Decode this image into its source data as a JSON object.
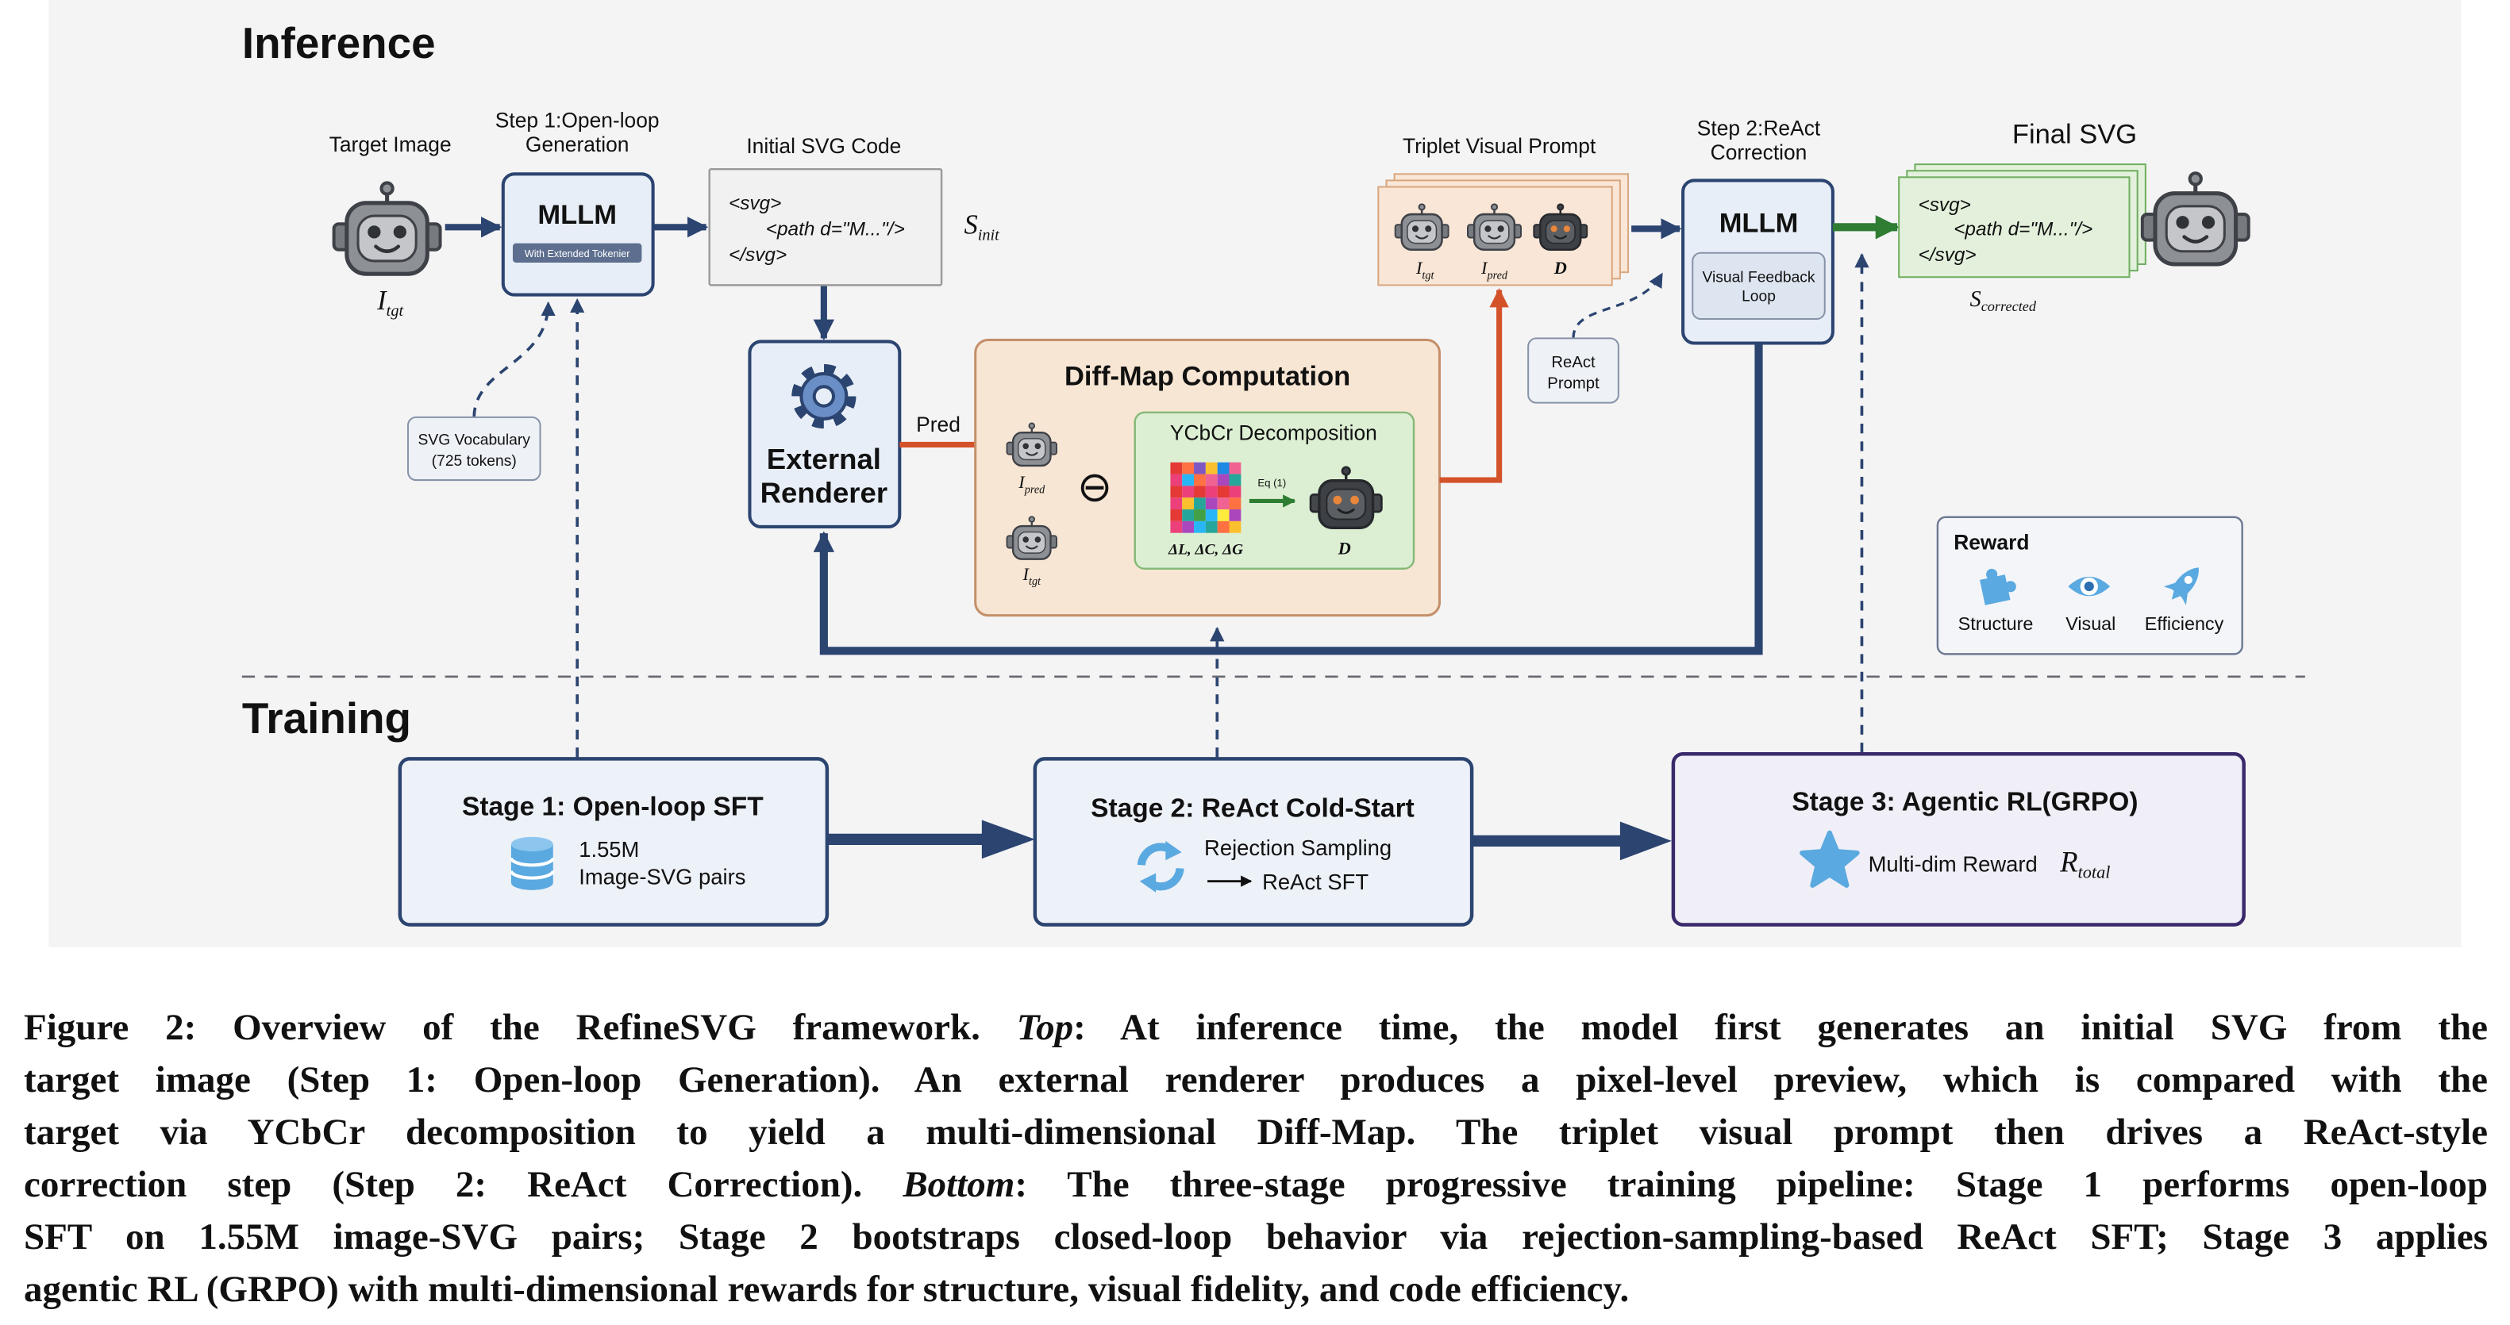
{
  "palette": {
    "navy": "#2b4470",
    "orange": "#d4522a",
    "green": "#2e7d32",
    "purple": "#3b2a6b",
    "icon": "#5aa9e0",
    "panel": "#f4f4f5",
    "box": "#e8eef7",
    "peach": "#f8e6d4",
    "mint": "#dcefd3",
    "triplet": "#f9e6d6",
    "final": "#e3f1dc"
  },
  "inference": {
    "heading": "Inference",
    "target_image": {
      "label": "Target Image",
      "icon": "robot-icon",
      "math": {
        "main": "I",
        "sub": "tgt"
      }
    },
    "step1": {
      "label_line1": "Step 1:Open-loop",
      "label_line2": "Generation",
      "box_title": "MLLM",
      "tag": "With Extended Tokenier"
    },
    "initial_svg": {
      "label": "Initial SVG Code",
      "code": [
        "<svg>",
        "<path d=\"M...\"/>",
        "</svg>"
      ],
      "math": {
        "main": "S",
        "sub": "init"
      }
    },
    "vocab": {
      "line1": "SVG Vocabulary",
      "line2": "(725 tokens)"
    },
    "renderer": {
      "line1": "External",
      "line2": "Renderer",
      "icon": "gear-icon",
      "edge_label": "Pred"
    },
    "diffmap": {
      "title": "Diff-Map Computation",
      "pred_math": {
        "main": "I",
        "sub": "pred"
      },
      "tgt_math": {
        "main": "I",
        "sub": "tgt"
      },
      "operator": "⊖",
      "ycbcr": {
        "title": "YCbCr Decomposition",
        "eq_label": "Eq (1)",
        "delta_label": "ΔL, ΔC, ΔG",
        "output": "D"
      }
    },
    "triplet": {
      "label": "Triplet Visual Prompt",
      "items": [
        {
          "main": "I",
          "sub": "tgt"
        },
        {
          "main": "I",
          "sub": "pred"
        },
        {
          "main": "D",
          "sub": ""
        }
      ]
    },
    "react_prompt": {
      "line1": "ReAct",
      "line2": "Prompt"
    },
    "step2": {
      "label_line1": "Step 2:ReAct",
      "label_line2": "Correction",
      "box_title": "MLLM",
      "inner_line1": "Visual Feedback",
      "inner_line2": "Loop"
    },
    "final_svg": {
      "label": "Final SVG",
      "code": [
        "<svg>",
        "<path d=\"M...\"/>",
        "</svg>"
      ],
      "math": {
        "main": "S",
        "sub": "corrected"
      }
    },
    "reward": {
      "title": "Reward",
      "items": [
        {
          "label": "Structure",
          "icon": "puzzle-icon"
        },
        {
          "label": "Visual",
          "icon": "eye-icon"
        },
        {
          "label": "Efficiency",
          "icon": "rocket-icon"
        }
      ]
    }
  },
  "training": {
    "heading": "Training",
    "stages": [
      {
        "title": "Stage 1: Open-loop SFT",
        "line1": "1.55M",
        "line2": "Image-SVG pairs",
        "icon": "database-icon"
      },
      {
        "title": "Stage 2: ReAct Cold-Start",
        "line1": "Rejection Sampling",
        "line2": "ReAct SFT",
        "icon": "refresh-icon"
      },
      {
        "title": "Stage 3: Agentic RL(GRPO)",
        "line1": "Multi-dim Reward",
        "math": {
          "main": "R",
          "sub": "total"
        },
        "icon": "star-icon"
      }
    ]
  },
  "caption": {
    "lines": [
      [
        "Figure 2: Overview of the RefineSVG framework. ",
        "Top",
        ": At inference time, the model first generates an initial SVG from the"
      ],
      [
        "target image (Step 1: Open-loop Generation). An external renderer produces a pixel-level preview, which is compared with the"
      ],
      [
        "target via YCbCr decomposition to yield a multi-dimensional Diff-Map. The triplet visual prompt then drives a ReAct-style"
      ],
      [
        "correction step (Step 2: ReAct Correction). ",
        "Bottom",
        ": The three-stage progressive training pipeline: Stage 1 performs open-loop"
      ],
      [
        "SFT on 1.55M image-SVG pairs; Stage 2 bootstraps closed-loop behavior via rejection-sampling-based ReAct SFT; Stage 3 applies"
      ],
      [
        "agentic RL (GRPO) with multi-dimensional rewards for structure, visual fidelity, and code efficiency."
      ]
    ]
  }
}
